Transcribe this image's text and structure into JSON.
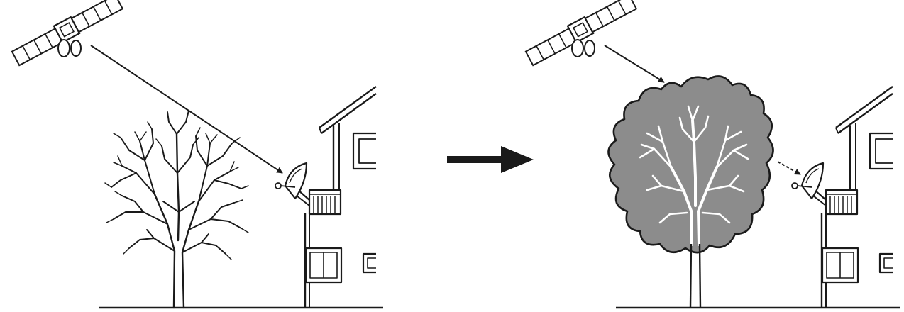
{
  "scenes": [
    {
      "state": "before",
      "tree": "bare-branches",
      "signal": "reaches-dish"
    },
    {
      "state": "after",
      "tree": "full-foliage",
      "signal": "blocked-by-foliage"
    }
  ],
  "transition": {
    "icon": "arrow-right-icon"
  },
  "colors": {
    "line": "#1a1a1a",
    "foliage": "#8c8c8c",
    "background": "#ffffff"
  }
}
